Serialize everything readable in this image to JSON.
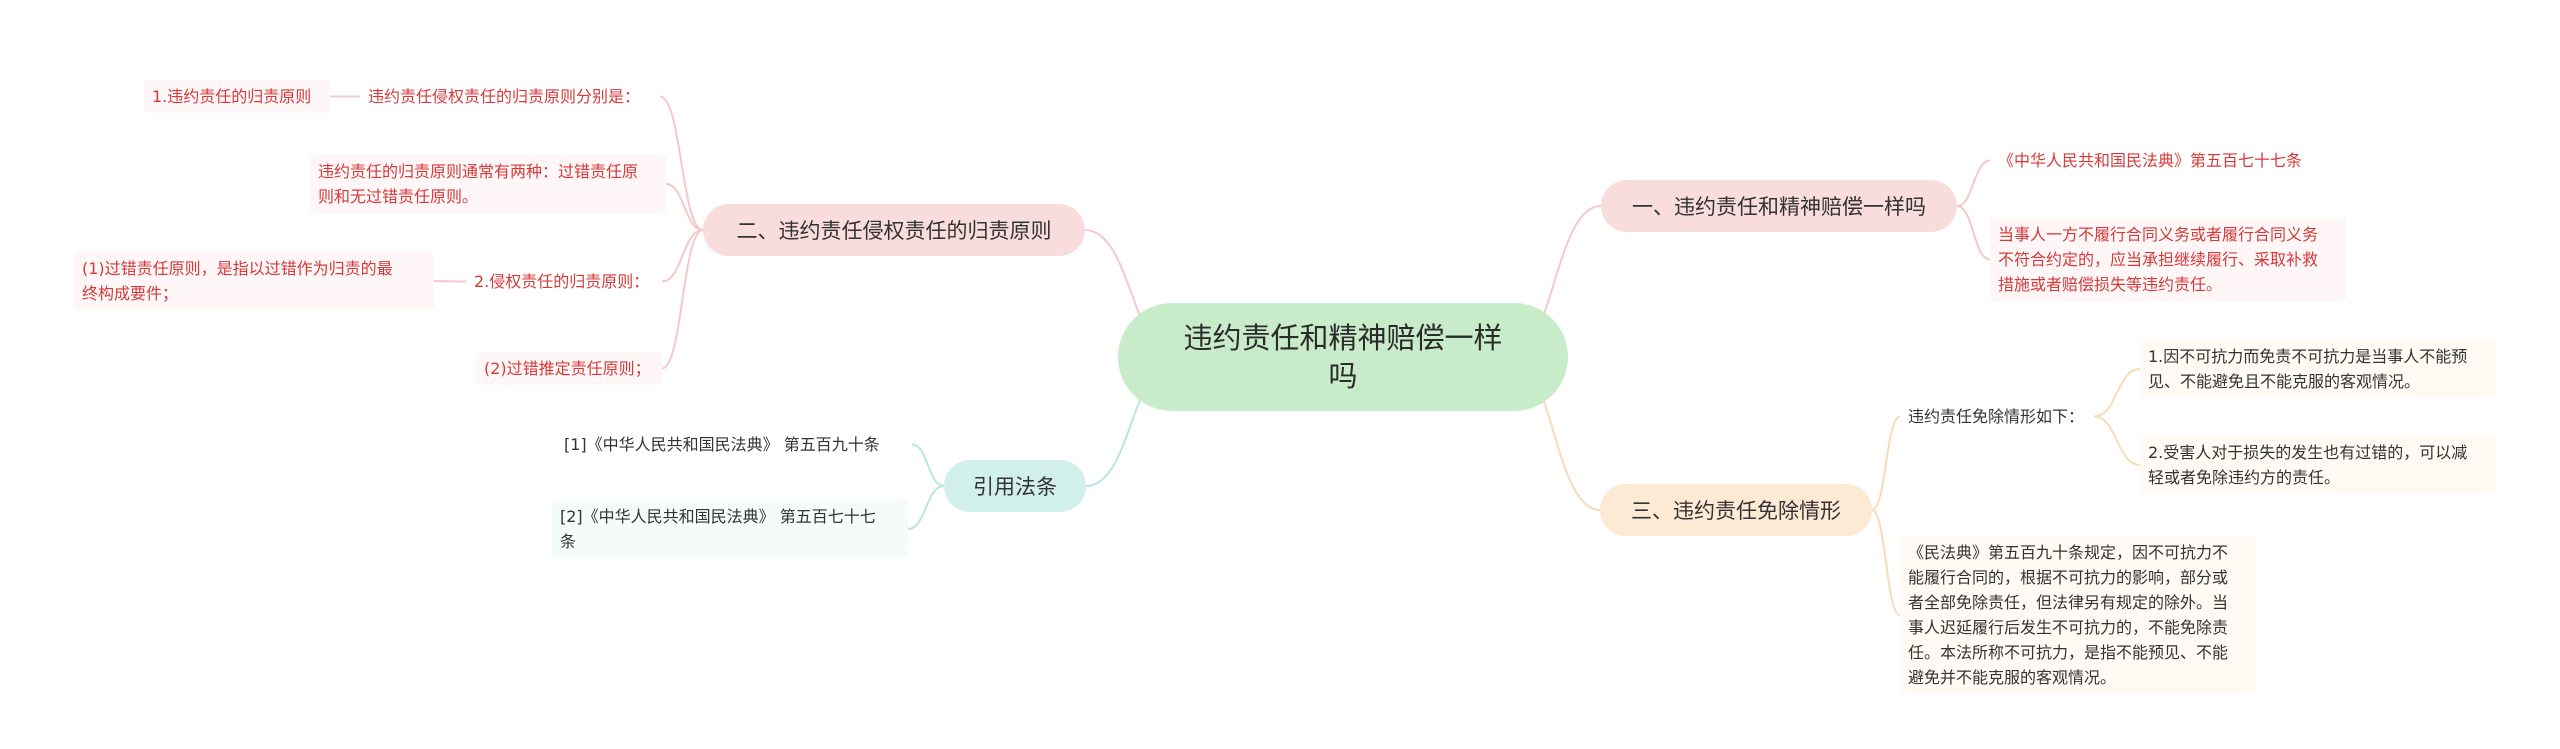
{
  "colors": {
    "pink": "#f3c9c9",
    "orange": "#f6dcb9",
    "teal": "#b9e6e0",
    "center": "#c8ecc9",
    "red_text": "#d53a3a"
  },
  "center": {
    "text": "违约责任和精神赔偿一样\n吗"
  },
  "branches": {
    "b1": {
      "text": "一、违约责任和精神赔偿一样吗"
    },
    "b2": {
      "text": "二、违约责任侵权责任的归责原则"
    },
    "b3": {
      "text": "三、违约责任免除情形"
    },
    "b4": {
      "text": "引用法条"
    }
  },
  "leaves": {
    "b1_l1": "《中华人民共和国民法典》第五百七十七条",
    "b1_l2": "当事人一方不履行合同义务或者履行合同义务\n不符合约定的，应当承担继续履行、采取补救\n措施或者赔偿损失等违约责任。",
    "b2_l1": "违约责任侵权责任的归责原则分别是：",
    "b2_l1a": "1.违约责任的归责原则",
    "b2_l2": "违约责任的归责原则通常有两种：过错责任原\n则和无过错责任原则。",
    "b2_l3": "2.侵权责任的归责原则：",
    "b2_l3a": "(1)过错责任原则，是指以过错作为归责的最\n终构成要件；",
    "b2_l4": "(2)过错推定责任原则；",
    "b3_l1": "违约责任免除情形如下：",
    "b3_l1a": "1.因不可抗力而免责不可抗力是当事人不能预\n见、不能避免且不能克服的客观情况。",
    "b3_l1b": "2.受害人对于损失的发生也有过错的，可以减\n轻或者免除违约方的责任。",
    "b3_l2": "《民法典》第五百九十条规定，因不可抗力不\n能履行合同的，根据不可抗力的影响，部分或\n者全部免除责任，但法律另有规定的除外。当\n事人迟延履行后发生不可抗力的，不能免除责\n任。本法所称不可抗力，是指不能预见、不能\n避免并不能克服的客观情况。",
    "b4_l1": "[1]《中华人民共和国民法典》 第五百九十条",
    "b4_l2": "[2]《中华人民共和国民法典》 第五百七十七\n条"
  }
}
